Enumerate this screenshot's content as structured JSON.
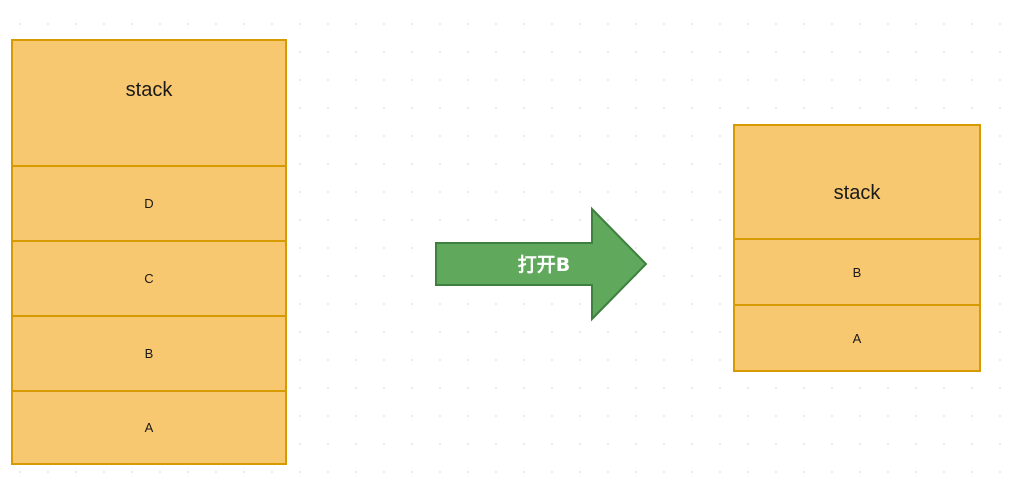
{
  "left_stack": {
    "header": "stack",
    "items": [
      "D",
      "C",
      "B",
      "A"
    ]
  },
  "arrow": {
    "label": "打开B",
    "fill": "#5fa85c",
    "stroke": "#3f8040"
  },
  "right_stack": {
    "header": "stack",
    "items": [
      "B",
      "A"
    ]
  },
  "colors": {
    "box_fill": "#f7c86f",
    "box_stroke": "#d79b00"
  }
}
